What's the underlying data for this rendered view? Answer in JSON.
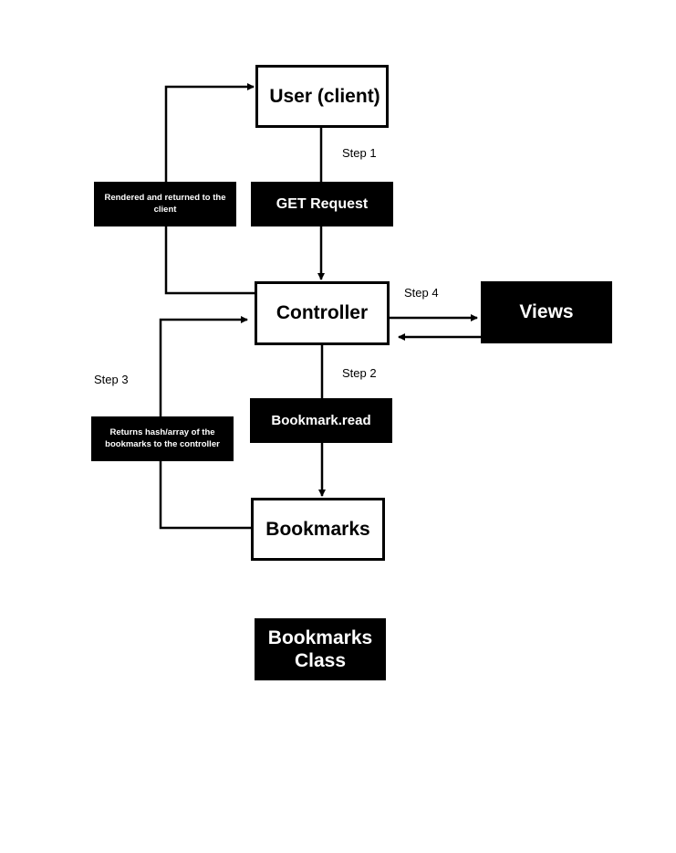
{
  "nodes": {
    "user": "User (client)",
    "get_request": "GET Request",
    "controller": "Controller",
    "views": "Views",
    "bookmark_read": "Bookmark.read",
    "bookmarks": "Bookmarks",
    "bookmarks_class": "Bookmarks Class"
  },
  "steps": {
    "step1": "Step 1",
    "step2": "Step 2",
    "step3": "Step 3",
    "step4": "Step 4"
  },
  "notes": {
    "rendered": "Rendered and returned to the client",
    "returns": "Returns hash/array of the bookmarks to the controller"
  }
}
